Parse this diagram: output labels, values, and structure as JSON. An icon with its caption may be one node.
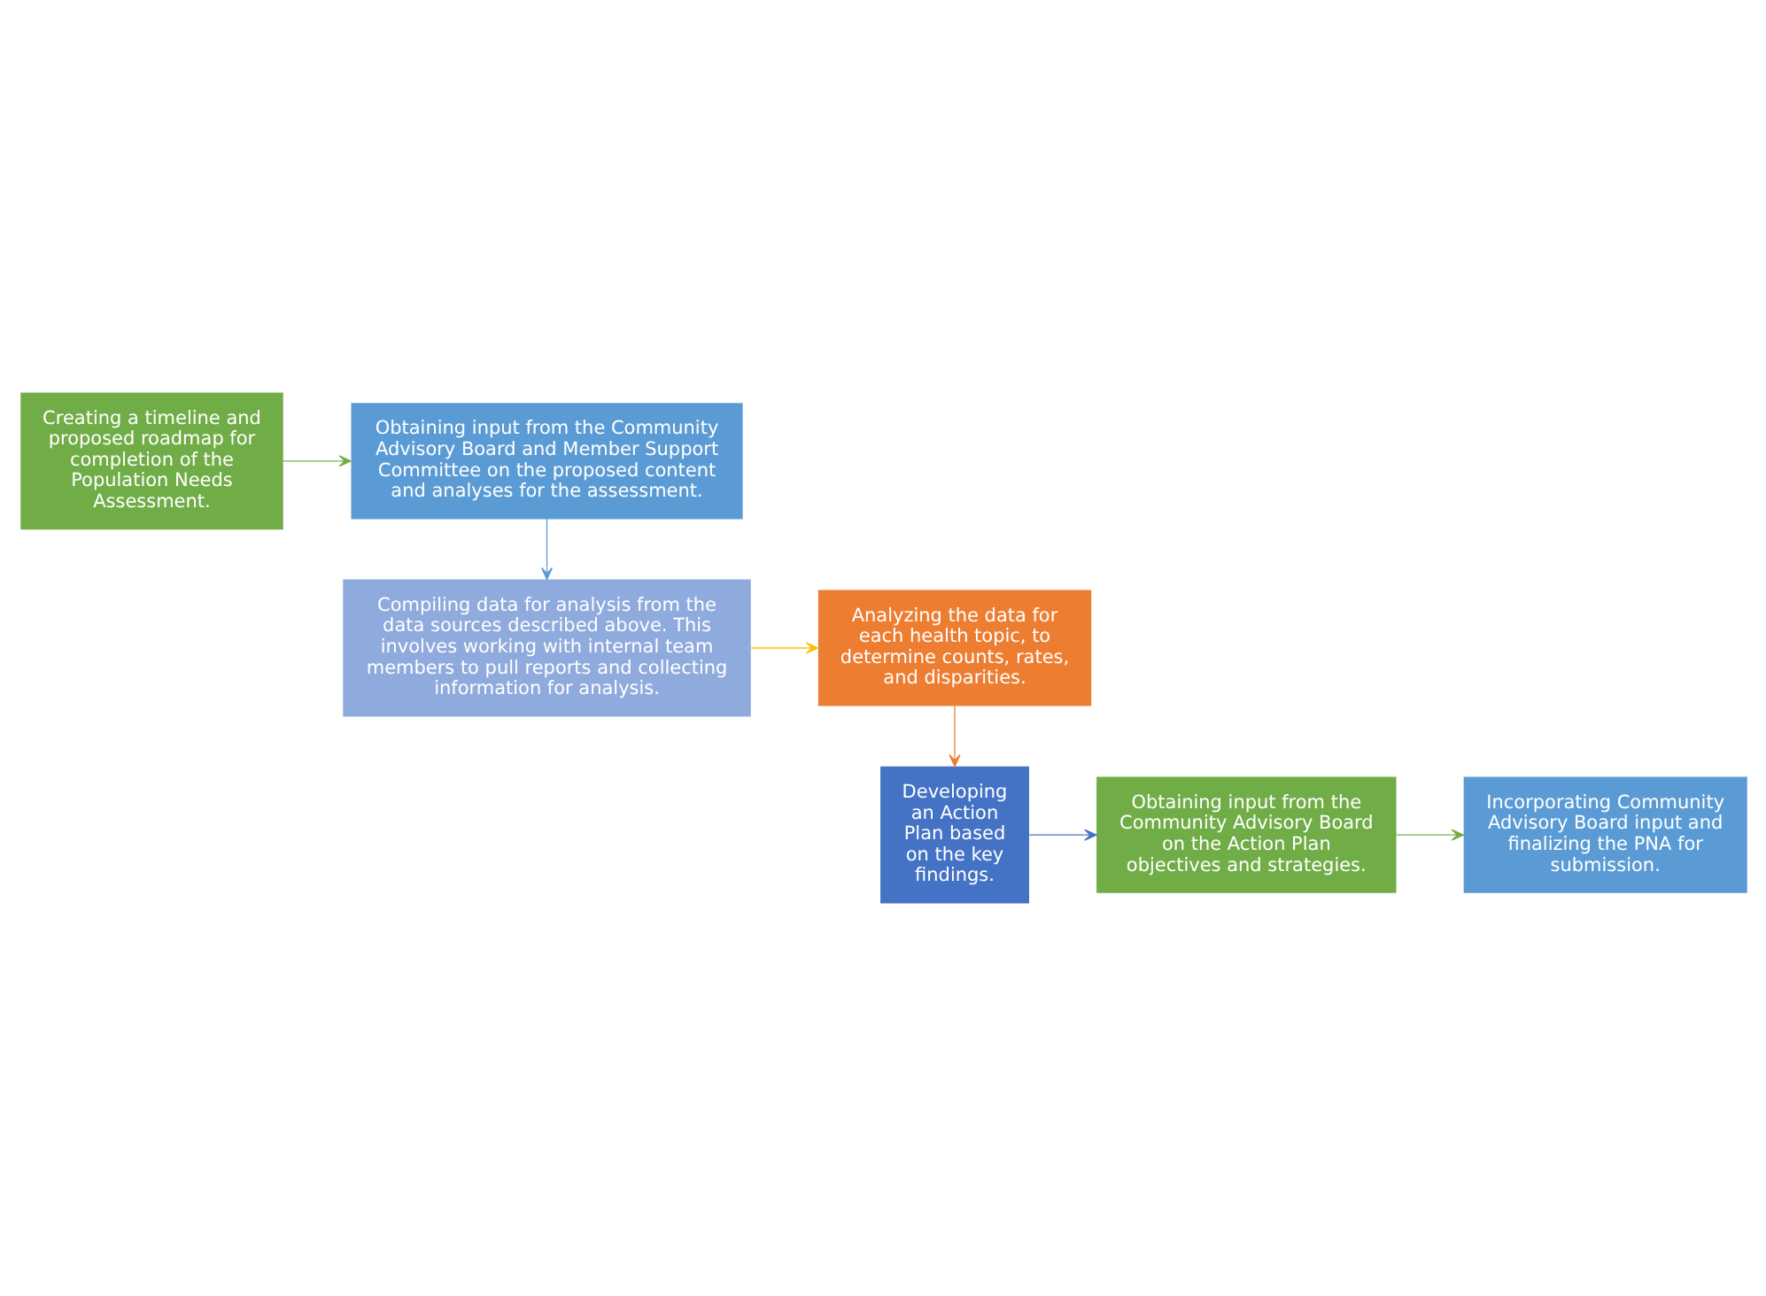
{
  "diagram": {
    "nodes": [
      {
        "text": [
          "Creating a timeline and proposed roadmap for completion of the Population Needs Assessment."
        ]
      },
      {
        "text": [
          "Obtaining input from the Community Advisory Board and Member Support Committee on the proposed content and analyses for the assessment."
        ]
      },
      {
        "text": [
          "Compiling data for analysis from the data sources described above. This involves working with internal team members to pull reports and collecting information for analysis."
        ]
      },
      {
        "text": [
          "Analyzing the data for each health topic, to determine counts, rates, and disparities."
        ]
      },
      {
        "text": [
          "Developing an Action Plan based on the key findings."
        ]
      },
      {
        "text": [
          "Obtaining input from the Community Advisory Board on the Action Plan objectives and strategies."
        ]
      },
      {
        "text": [
          "Incorporating Community Advisory Board input and finalizing the PNA for submission."
        ]
      }
    ],
    "edges": [
      {
        "from": 0,
        "to": 1,
        "arrow": "to",
        "color": "#70ad47"
      },
      {
        "from": 1,
        "to": 2,
        "arrow": "to",
        "color": "#5b9bd5"
      },
      {
        "from": 2,
        "to": 3,
        "arrow": "to",
        "color": "#ffc000"
      },
      {
        "from": 3,
        "to": 4,
        "arrow": "to",
        "color": "#ed7d31"
      },
      {
        "from": 4,
        "to": 5,
        "arrow": "to",
        "color": "#4472c4"
      },
      {
        "from": 5,
        "to": 6,
        "arrow": "to",
        "color": "#70ad47"
      }
    ]
  }
}
